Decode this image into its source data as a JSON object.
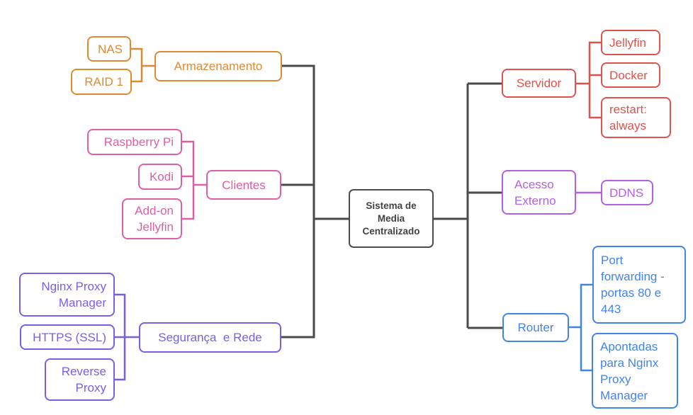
{
  "mindmap": {
    "root": {
      "label": "Sistema de Media Centralizado",
      "color": "#4d4d4d"
    },
    "left_branches": [
      {
        "label": "Armazenamento",
        "color": "#de8a33",
        "children": [
          {
            "label": "NAS"
          },
          {
            "label": "RAID 1"
          }
        ]
      },
      {
        "label": "Clientes",
        "color": "#dd5fa6",
        "children": [
          {
            "label": "Raspberry Pi"
          },
          {
            "label": "Kodi"
          },
          {
            "label": "Add-on Jellyfin"
          }
        ]
      },
      {
        "label": "Segurança  e Rede",
        "color": "#7c5ee6",
        "children": [
          {
            "label": "Nginx Proxy Manager"
          },
          {
            "label": "HTTPS (SSL)"
          },
          {
            "label": "Reverse Proxy"
          }
        ]
      }
    ],
    "right_branches": [
      {
        "label": "Servidor",
        "color": "#e0524c",
        "children": [
          {
            "label": "Jellyfin"
          },
          {
            "label": "Docker"
          },
          {
            "label": "restart: always"
          }
        ]
      },
      {
        "label": "Acesso Externo",
        "color": "#b560e0",
        "children": [
          {
            "label": "DDNS"
          }
        ]
      },
      {
        "label": "Router",
        "color": "#4284ec",
        "children": [
          {
            "label": "Port forwarding - portas 80 e 443"
          },
          {
            "label": "Apontadas para Nginx Proxy Manager"
          }
        ]
      }
    ],
    "connector_color": "#4a4a4a",
    "background_color": "#ffffff"
  }
}
